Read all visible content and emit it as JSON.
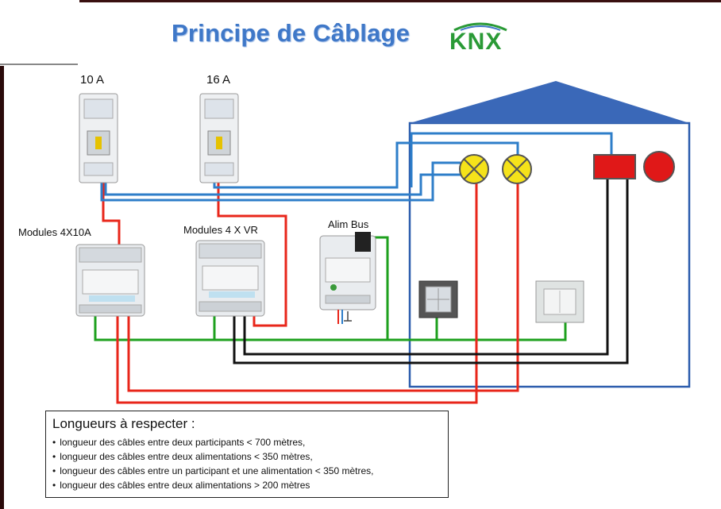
{
  "header": {
    "title": "Principe de Câblage",
    "logo_text": "KNX"
  },
  "labels": {
    "breaker_1": "10 A",
    "breaker_2": "16 A",
    "module_1": "Modules 4X10A",
    "module_2": "Modules 4 X VR",
    "bus_power": "Alim Bus"
  },
  "notes": {
    "title": "Longueurs à respecter :",
    "items": [
      "longueur des câbles entre deux participants < 700 mètres,",
      "longueur des câbles entre deux alimentations < 350 mètres,",
      "longueur des câbles entre un participant et une alimentation < 350 mètres,",
      "longueur des câbles entre deux alimentations > 200 mètres"
    ]
  },
  "colors": {
    "bus_wire": "#1ea01e",
    "power_wire": "#e8261a",
    "neutral_wire": "#2e7ec9",
    "control_wire": "#111111",
    "house_outline": "#2b5cad",
    "lamp": "#f5e21a",
    "title_blue": "#3f78c8",
    "logo_green": "#2a9a36"
  }
}
